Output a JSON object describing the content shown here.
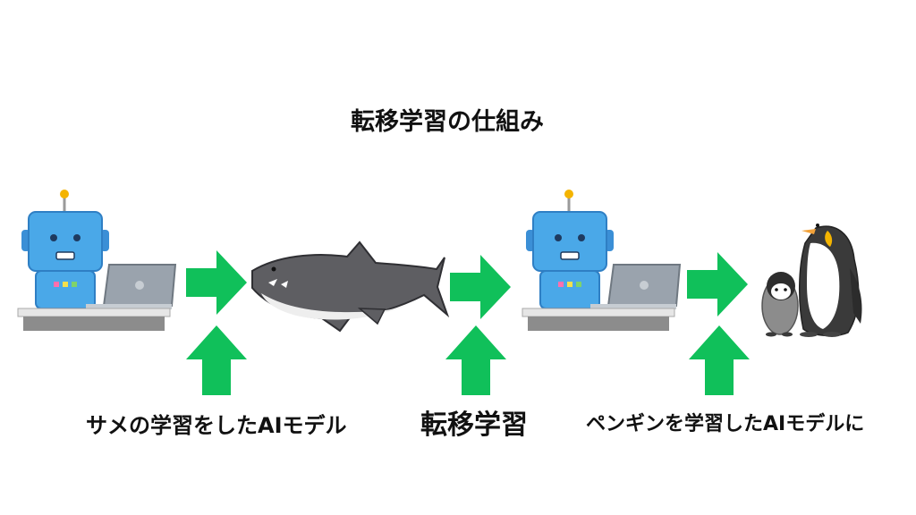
{
  "title": "転移学習の仕組み",
  "labels": {
    "source_model": "サメの学習をしたAIモデル",
    "transfer": "転移学習",
    "target_model": "ペンギンを学習したAIモデルに"
  },
  "colors": {
    "arrow": "#10c05a",
    "robot_head": "#4aa8e8",
    "shark": "#5e5e62",
    "penguin": "#3a3a3a"
  },
  "icons": [
    "robot-icon",
    "laptop-icon",
    "shark-icon",
    "penguin-icon",
    "penguin-chick-icon"
  ]
}
